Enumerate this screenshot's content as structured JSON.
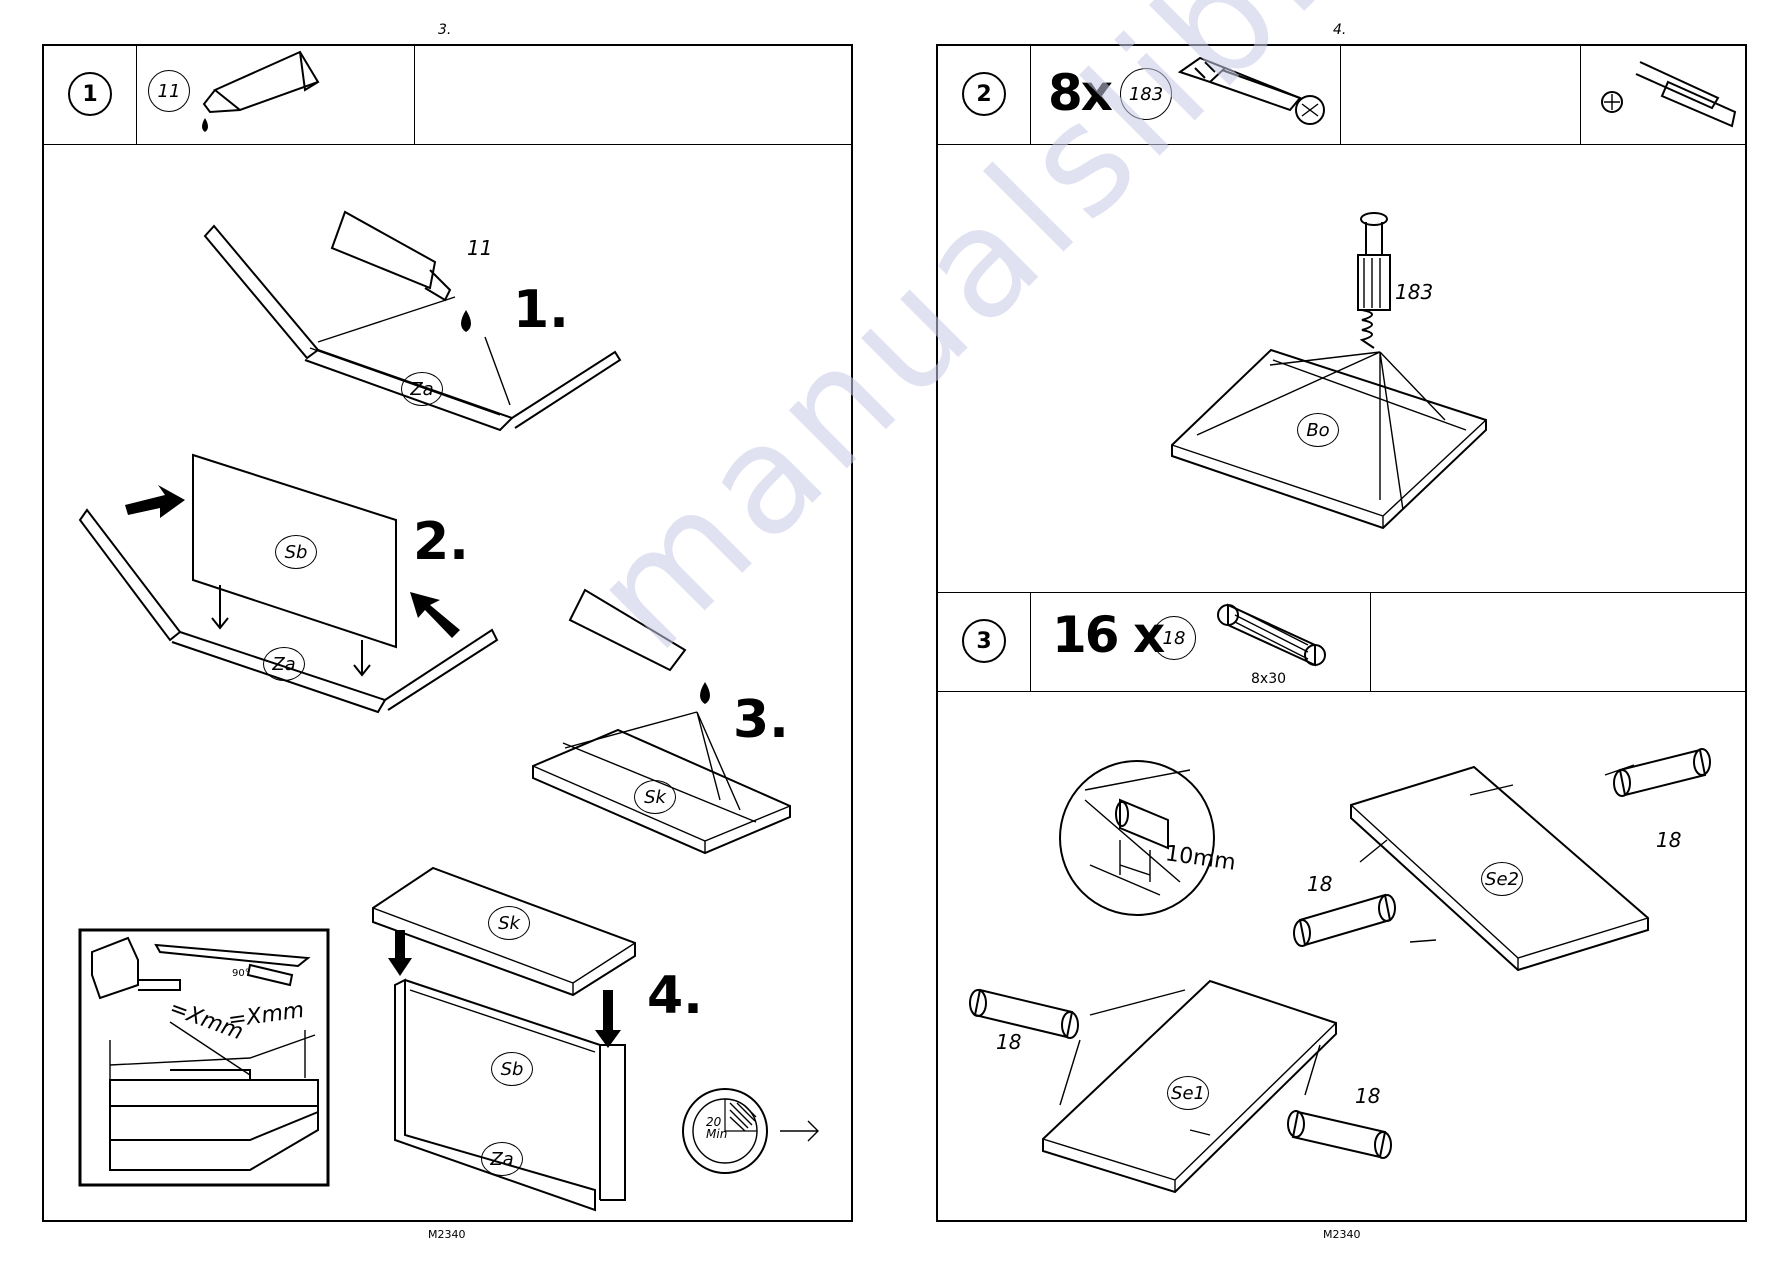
{
  "pages": [
    {
      "number": "3.",
      "footer": "M2340"
    },
    {
      "number": "4.",
      "footer": "M2340"
    }
  ],
  "watermark": "manualslib.com",
  "step1": {
    "number": "1",
    "part": "11",
    "glue_label": "11",
    "substeps": [
      "1.",
      "2.",
      "3.",
      "4."
    ],
    "parts": {
      "za": "Za",
      "sb": "Sb",
      "sk": "Sk"
    },
    "inset": {
      "angle": "90°",
      "measure_a": "=Xmm",
      "measure_b": "=Xmm"
    },
    "timer": {
      "value": "20",
      "unit": "Min"
    }
  },
  "step2": {
    "number": "2",
    "quantity": "8x",
    "part": "183",
    "part_label": "183",
    "board": "Bo"
  },
  "step3": {
    "number": "3",
    "quantity": "16 x",
    "part": "18",
    "dowel_size": "8x30",
    "depth": "10mm",
    "boards": {
      "se1": "Se1",
      "se2": "Se2"
    },
    "dowel_labels": [
      "18",
      "18",
      "18",
      "18"
    ]
  },
  "colors": {
    "line": "#000000",
    "background": "#ffffff",
    "watermark": "#c8cbe8"
  }
}
